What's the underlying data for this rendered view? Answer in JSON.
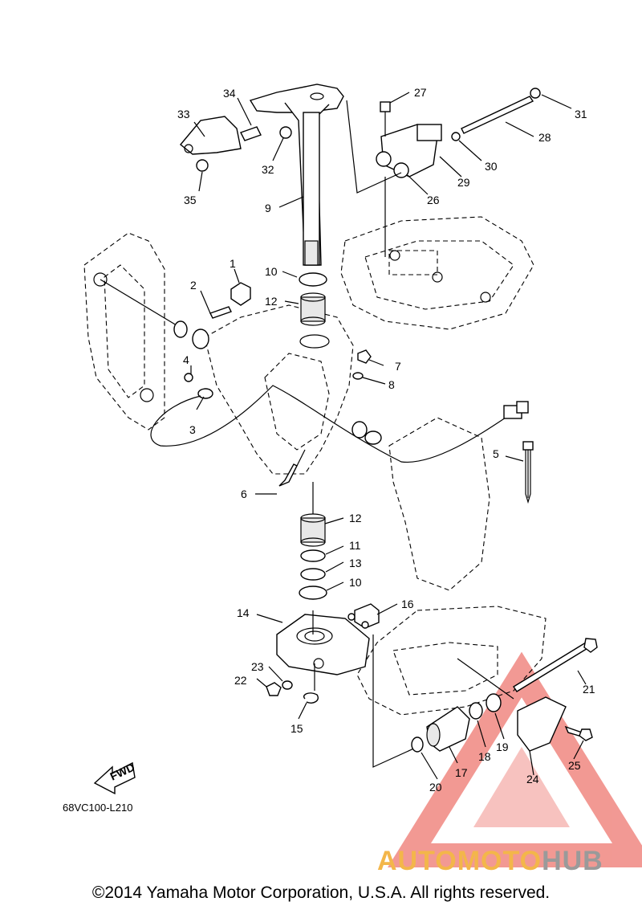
{
  "diagram": {
    "part_labels": [
      "1",
      "2",
      "3",
      "4",
      "5",
      "6",
      "7",
      "8",
      "9",
      "10",
      "10",
      "11",
      "12",
      "12",
      "13",
      "14",
      "15",
      "16",
      "17",
      "18",
      "19",
      "20",
      "21",
      "22",
      "23",
      "24",
      "25",
      "26",
      "27",
      "28",
      "29",
      "30",
      "31",
      "32",
      "33",
      "34",
      "35"
    ],
    "drawing_code": "68VC100-L210",
    "fwd_label": "FWD"
  },
  "footer": {
    "copyright": "©2014 Yamaha Motor Corporation, U.S.A. All rights reserved."
  },
  "watermark": {
    "part1": "AUTOMOTO",
    "part2": "HUB",
    "color1": "#f3b64a",
    "color2": "#9a9a9a",
    "triangle_color": "#e8463c"
  }
}
